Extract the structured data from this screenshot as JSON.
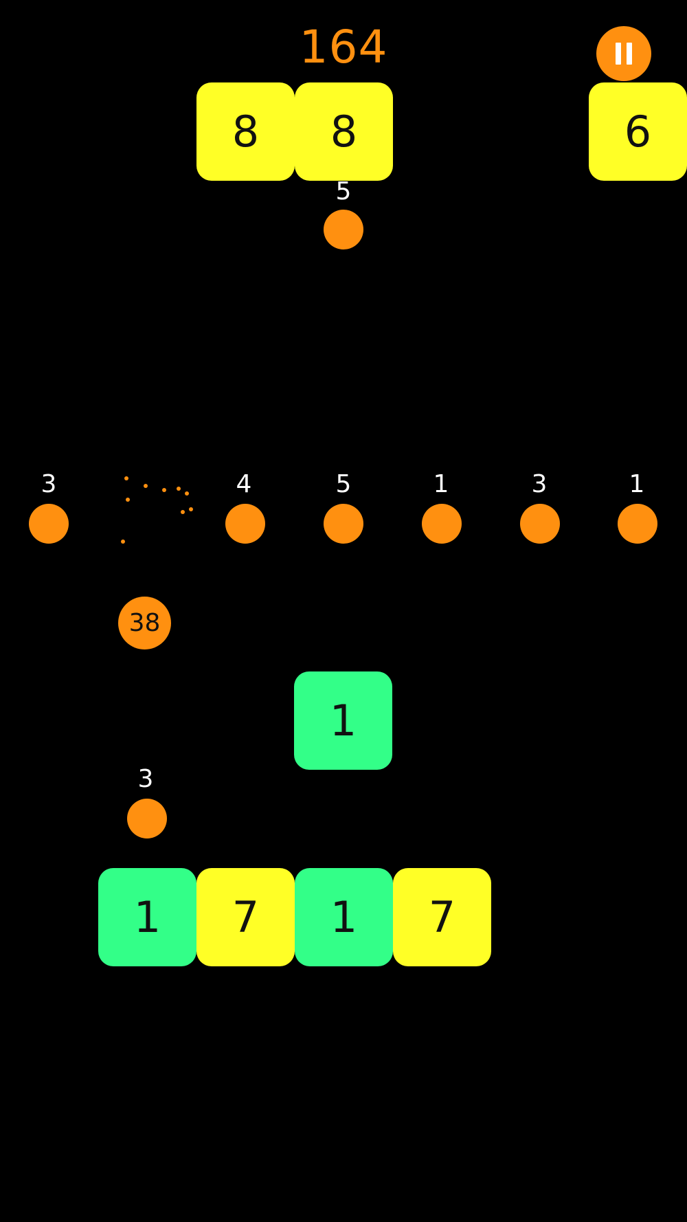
{
  "hud": {
    "score": "164",
    "pause_icon": "pause-icon",
    "accent_color": "#FF9010"
  },
  "blocks": {
    "top_1": "8",
    "top_2": "8",
    "top_3": "6",
    "middle": "1",
    "bottom_1": "1",
    "bottom_2": "7",
    "bottom_3": "1",
    "bottom_4": "7",
    "yellow_color": "#FFFF26",
    "green_color": "#33FF88"
  },
  "pickups": {
    "top": "5",
    "row": [
      "3",
      "4",
      "5",
      "1",
      "3",
      "1"
    ],
    "lower": "3"
  },
  "shooter": {
    "ball_count": "38"
  }
}
